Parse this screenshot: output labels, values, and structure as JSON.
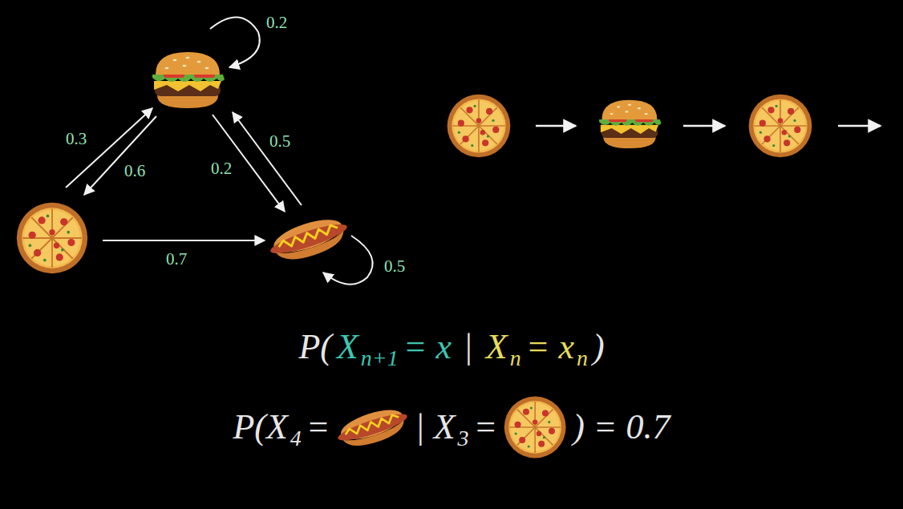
{
  "diagram": {
    "labels": [
      "0.2",
      "0.3",
      "0.6",
      "0.2",
      "0.5",
      "0.7",
      "0.5",
      "P(",
      "X",
      "n+1",
      "= x",
      "|",
      "X",
      "n",
      "= x",
      "n",
      ")",
      "P(X",
      "4",
      "=",
      "| X",
      "3",
      "=",
      ") = 0.7"
    ]
  }
}
